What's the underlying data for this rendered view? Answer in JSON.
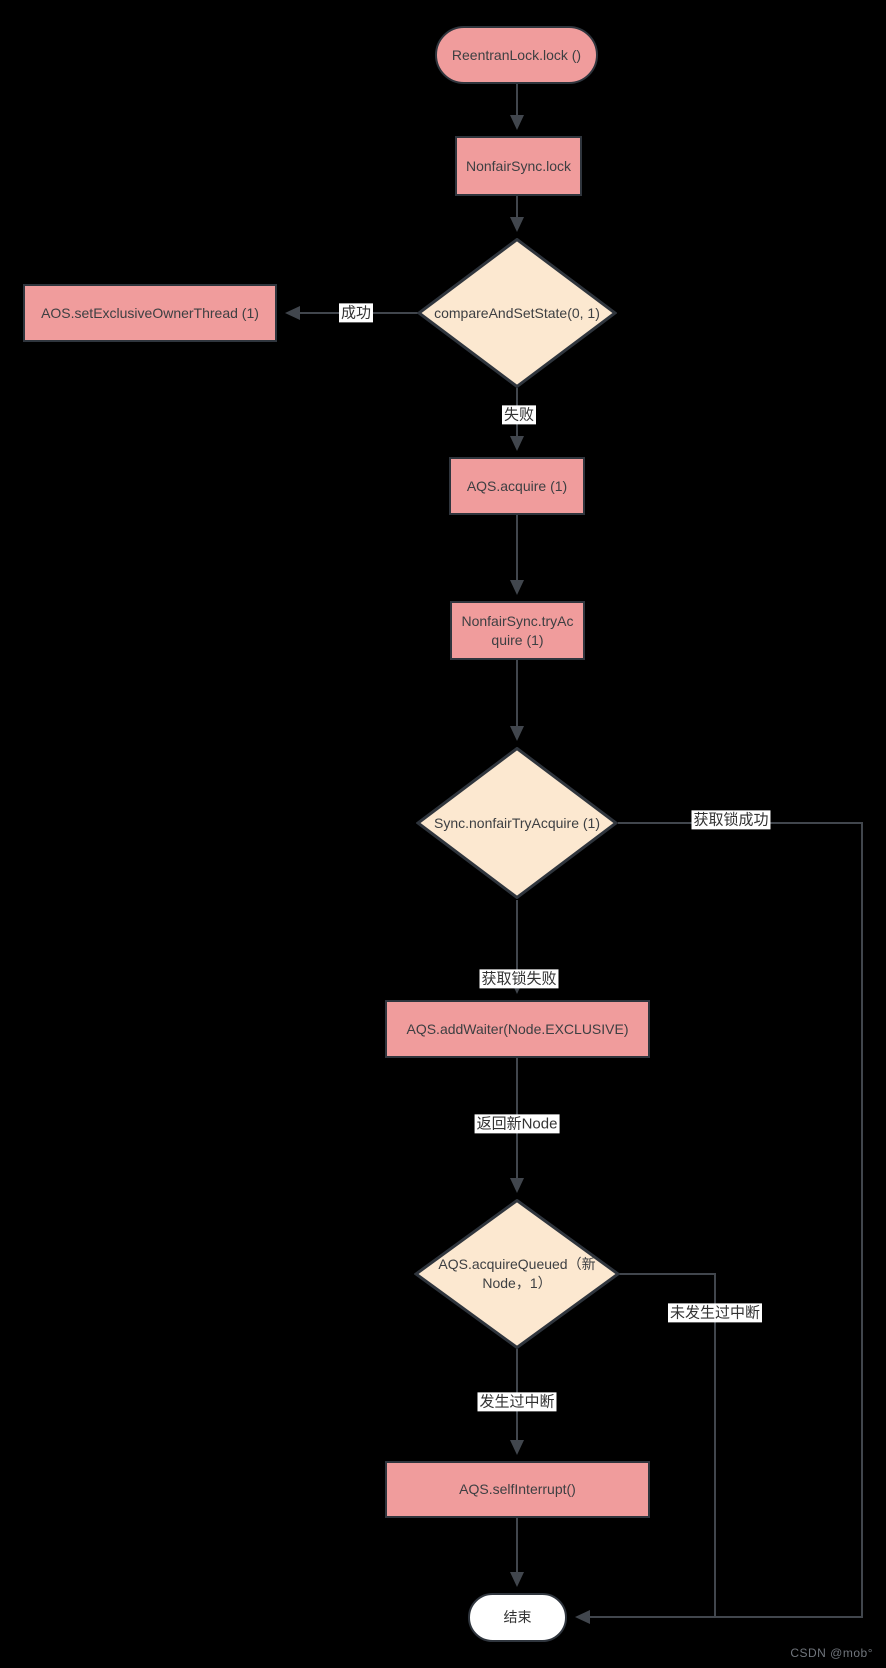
{
  "diagram": {
    "type": "flowchart",
    "nodes": {
      "start": {
        "shape": "terminator",
        "label": "ReentranLock.lock ()"
      },
      "nonfair_lock": {
        "shape": "process",
        "label": "NonfairSync.lock"
      },
      "cas": {
        "shape": "decision",
        "label": "compareAndSetState(0, 1)"
      },
      "set_owner": {
        "shape": "process",
        "label": "AOS.setExclusiveOwnerThread (1)"
      },
      "aqs_acquire": {
        "shape": "process",
        "label": "AQS.acquire (1)"
      },
      "try_acquire": {
        "shape": "process",
        "label": "NonfairSync.tryAcquire (1)"
      },
      "nonfair_try_acquire": {
        "shape": "decision",
        "label": "Sync.nonfairTryAcquire (1)"
      },
      "add_waiter": {
        "shape": "process",
        "label": "AQS.addWaiter(Node.EXCLUSIVE)"
      },
      "acquire_queued": {
        "shape": "decision",
        "label": "AQS.acquireQueued（新Node，1）"
      },
      "self_interrupt": {
        "shape": "process",
        "label": "AQS.selfInterrupt()"
      },
      "end": {
        "shape": "terminator",
        "label": "结束"
      }
    },
    "edge_labels": {
      "success": "成功",
      "fail": "失败",
      "lock_success": "获取锁成功",
      "lock_fail": "获取锁失败",
      "return_new_node": "返回新Node",
      "no_interrupt": "未发生过中断",
      "interrupted": "发生过中断"
    },
    "colors": {
      "background": "#000000",
      "node_fill_pink": "#f09c9c",
      "node_fill_cream": "#fce8d0",
      "node_border": "#2f353d",
      "end_fill": "#ffffff",
      "connector": "#41464d",
      "label_bg": "#ffffff",
      "label_text": "#333333"
    },
    "watermark": "CSDN @mob°"
  }
}
